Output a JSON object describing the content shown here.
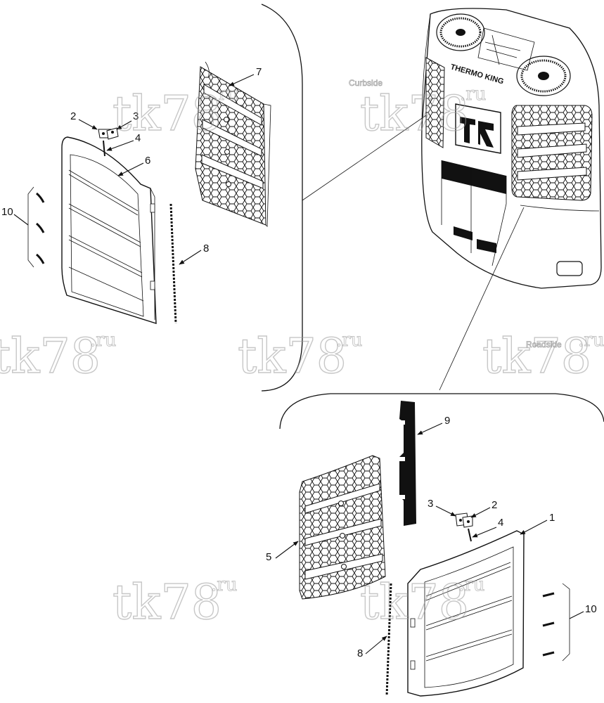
{
  "unit_labels": {
    "brand": "THERMO KING",
    "curbside": "Curbside",
    "roadside": "Roadside"
  },
  "watermark": {
    "main": "tk78",
    "suffix": ".ru"
  },
  "callouts": {
    "top_left": {
      "grille": "6",
      "hinge": "2",
      "hinge_plate": "3",
      "pin": "4",
      "screen": "7",
      "seal": "8",
      "clips": "10"
    },
    "bottom_right": {
      "grille": "1",
      "hinge": "2",
      "hinge_plate": "3",
      "pin": "4",
      "screen": "5",
      "seal": "8",
      "gasket": "9",
      "clips": "10"
    }
  }
}
